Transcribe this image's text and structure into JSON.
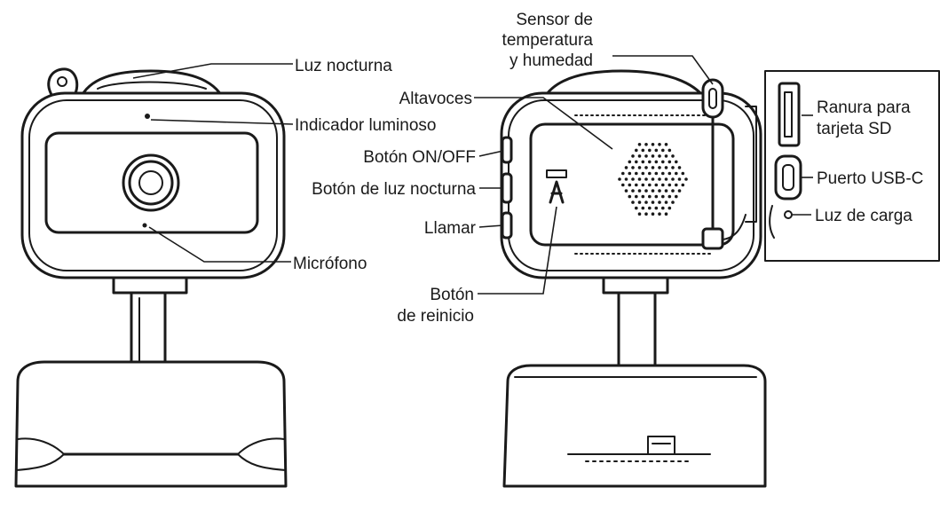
{
  "labels": {
    "luz_nocturna": "Luz nocturna",
    "indicador_luminoso": "Indicador luminoso",
    "boton_on_off": "Botón ON/OFF",
    "boton_luz_nocturna": "Botón de luz nocturna",
    "llamar": "Llamar",
    "microfono": "Micrófono",
    "sensor_line1": "Sensor de",
    "sensor_line2": "temperatura",
    "sensor_line3": "y humedad",
    "altavoces": "Altavoces",
    "boton_reinicio_line1": "Botón",
    "boton_reinicio_line2": "de reinicio",
    "ranura_line1": "Ranura para",
    "ranura_line2": "tarjeta SD",
    "puerto_usb": "Puerto USB-C",
    "luz_carga": "Luz de carga"
  }
}
